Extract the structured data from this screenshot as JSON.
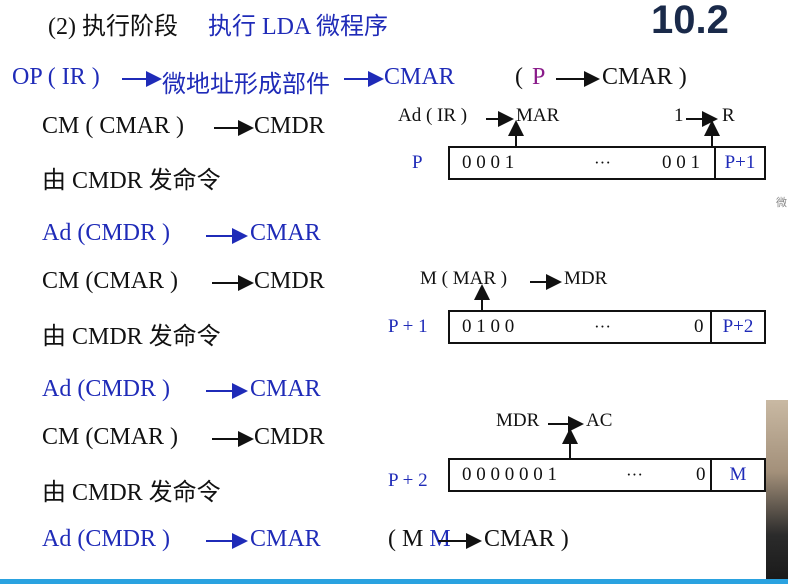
{
  "header": {
    "title_prefix": "(2) 执行阶段",
    "title_suffix": "执行 LDA 微程序",
    "badge": "10.2"
  },
  "lines": {
    "op": {
      "left": "OP ( IR )",
      "mid": "微地址形成部件",
      "right": "CMAR",
      "paren_open": "(",
      "p": "P",
      "cmar": "CMAR )"
    },
    "l1": "CM ( CMAR )",
    "l1b": "CMDR",
    "l2": "由 CMDR 发命令",
    "l3": "Ad (CMDR )",
    "l3b": "CMAR",
    "l4": "CM (CMAR )",
    "l4b": "CMDR",
    "l5": "由 CMDR 发命令",
    "l6": "Ad (CMDR )",
    "l6b": "CMAR",
    "l7": "CM (CMAR )",
    "l7b": "CMDR",
    "l8": "由 CMDR 发命令",
    "l9": "Ad (CMDR )",
    "l9b": "CMAR",
    "l9c": "( M ",
    "l9d": "CMAR )"
  },
  "micro": {
    "m1": {
      "addr": "P",
      "bits": "0 0 0 1",
      "dots": "···",
      "tail": "0 0 1",
      "next": "P+1",
      "ann_left_a": "Ad ( IR )",
      "ann_left_b": "MAR",
      "ann_right_a": "1",
      "ann_right_b": "R"
    },
    "m2": {
      "addr": "P + 1",
      "bits": "0 1 0 0",
      "dots": "···",
      "tail": "0",
      "next": "P+2",
      "ann_a": "M ( MAR )",
      "ann_b": "MDR"
    },
    "m3": {
      "addr": "P + 2",
      "bits": "0 0 0 0 0 0 1",
      "dots": "···",
      "tail": "0",
      "next": "M",
      "ann_a": "MDR",
      "ann_b": "AC"
    }
  },
  "side_note": "微"
}
